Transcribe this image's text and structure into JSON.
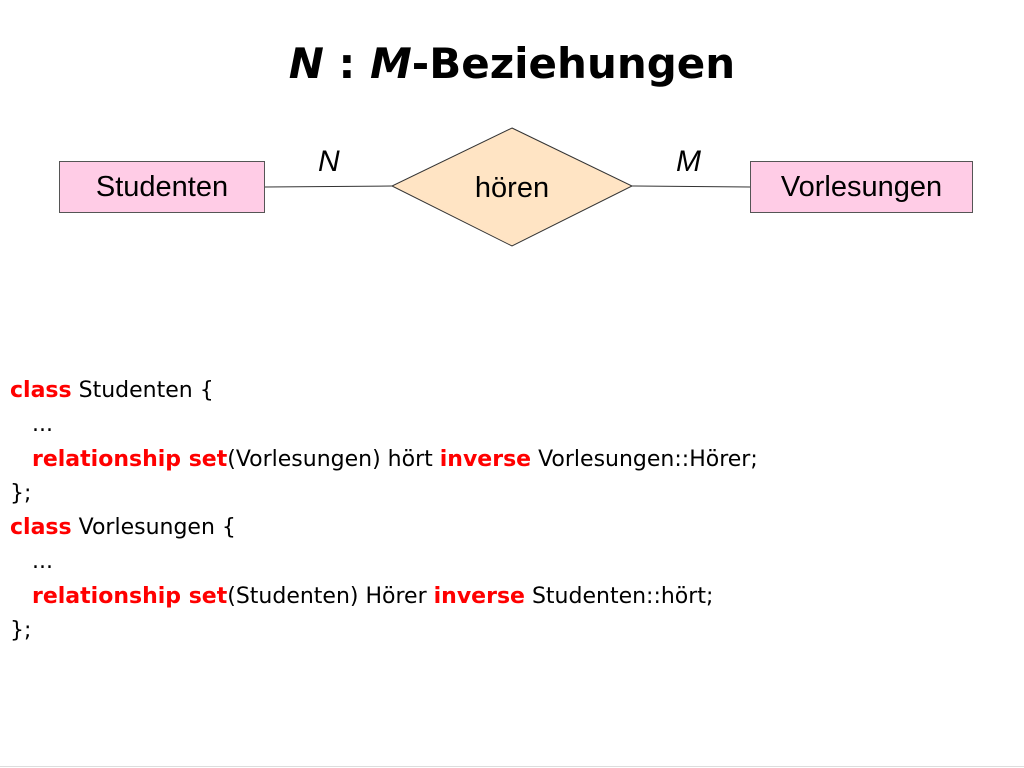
{
  "title": {
    "n": "N",
    "sep": " : ",
    "m": "M",
    "rest": "-Beziehungen"
  },
  "diagram": {
    "entity_left": "Studenten",
    "entity_right": "Vorlesungen",
    "relationship": "hören",
    "card_left": "N",
    "card_right": "M",
    "colors": {
      "entity_fill": "#ffcce6",
      "relationship_fill": "#ffe4c4",
      "keyword": "#ff0000"
    }
  },
  "code": {
    "l1": {
      "kw": "class",
      "text": " Studenten {"
    },
    "l2": {
      "text": "..."
    },
    "l3": {
      "kw": "relationship set",
      "text": "(Vorlesungen) hört ",
      "kw2": "inverse",
      "text2": " Vorlesungen::Hörer;"
    },
    "l4": {
      "text": "};"
    },
    "l5": {
      "kw": "class",
      "text": " Vorlesungen {"
    },
    "l6": {
      "text": "..."
    },
    "l7": {
      "kw": "relationship set",
      "text": "(Studenten) Hörer ",
      "kw2": "inverse",
      "text2": " Studenten::hört;"
    },
    "l8": {
      "text": "};"
    }
  }
}
